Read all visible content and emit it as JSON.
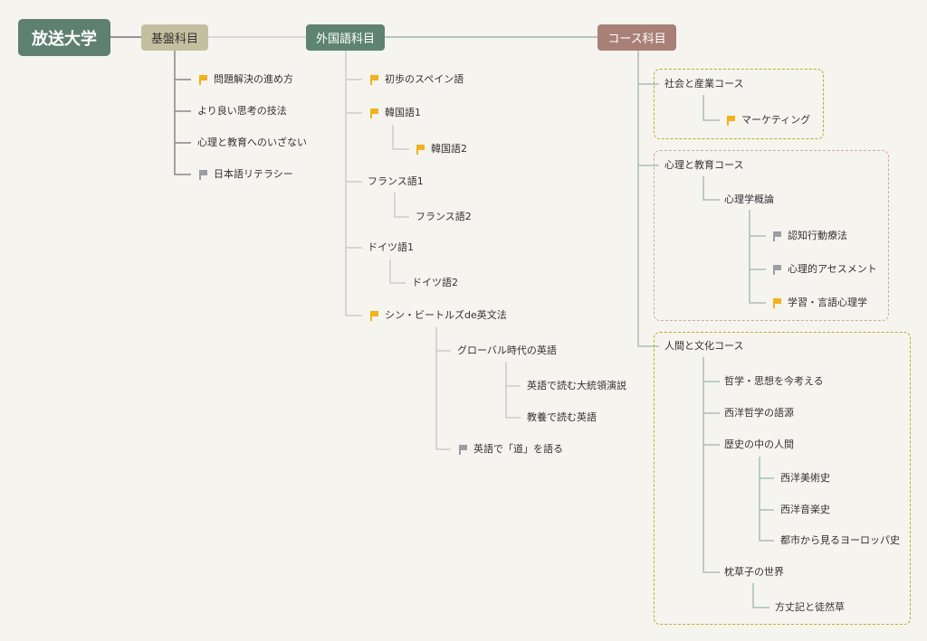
{
  "root": "放送大学",
  "branches": [
    {
      "label": "基盤科目",
      "children": [
        {
          "label": "問題解決の進め方",
          "flag": "orange"
        },
        {
          "label": "より良い思考の技法",
          "flag": null
        },
        {
          "label": "心理と教育へのいざない",
          "flag": null
        },
        {
          "label": "日本語リテラシー",
          "flag": "gray"
        }
      ]
    },
    {
      "label": "外国語科目",
      "children": [
        {
          "label": "初歩のスペイン語",
          "flag": "orange"
        },
        {
          "label": "韓国語1",
          "flag": "orange",
          "children": [
            {
              "label": "韓国語2",
              "flag": "orange"
            }
          ]
        },
        {
          "label": "フランス語1",
          "flag": null,
          "children": [
            {
              "label": "フランス語2",
              "flag": null
            }
          ]
        },
        {
          "label": "ドイツ語1",
          "flag": null,
          "children": [
            {
              "label": "ドイツ語2",
              "flag": null
            }
          ]
        },
        {
          "label": "シン・ビートルズde英文法",
          "flag": "orange",
          "children": [
            {
              "label": "グローバル時代の英語",
              "flag": null,
              "children": [
                {
                  "label": "英語で読む大統領演説",
                  "flag": null
                },
                {
                  "label": "教養で読む英語",
                  "flag": null
                }
              ]
            },
            {
              "label": "英語で「道」を語る",
              "flag": "gray"
            }
          ]
        }
      ]
    },
    {
      "label": "コース科目",
      "children": [
        {
          "label": "社会と産業コース",
          "children": [
            {
              "label": "マーケティング",
              "flag": "orange"
            }
          ]
        },
        {
          "label": "心理と教育コース",
          "children": [
            {
              "label": "心理学概論",
              "children": [
                {
                  "label": "認知行動療法",
                  "flag": "gray"
                },
                {
                  "label": "心理的アセスメント",
                  "flag": "gray"
                },
                {
                  "label": "学習・言語心理学",
                  "flag": "orange"
                }
              ]
            }
          ]
        },
        {
          "label": "人間と文化コース",
          "children": [
            {
              "label": "哲学・思想を今考える"
            },
            {
              "label": "西洋哲学の語源"
            },
            {
              "label": "歴史の中の人間",
              "children": [
                {
                  "label": "西洋美術史"
                },
                {
                  "label": "西洋音楽史"
                },
                {
                  "label": "都市から見るヨーロッパ史"
                }
              ]
            },
            {
              "label": "枕草子の世界",
              "children": [
                {
                  "label": "方丈記と徒然草"
                }
              ]
            }
          ]
        }
      ]
    }
  ],
  "colors": {
    "flag_orange": "#f2b21e",
    "flag_gray": "#9a9ea3",
    "root": "#5e8070",
    "basic": "#c4c09f",
    "foreign": "#5e8471",
    "course": "#a98078"
  }
}
